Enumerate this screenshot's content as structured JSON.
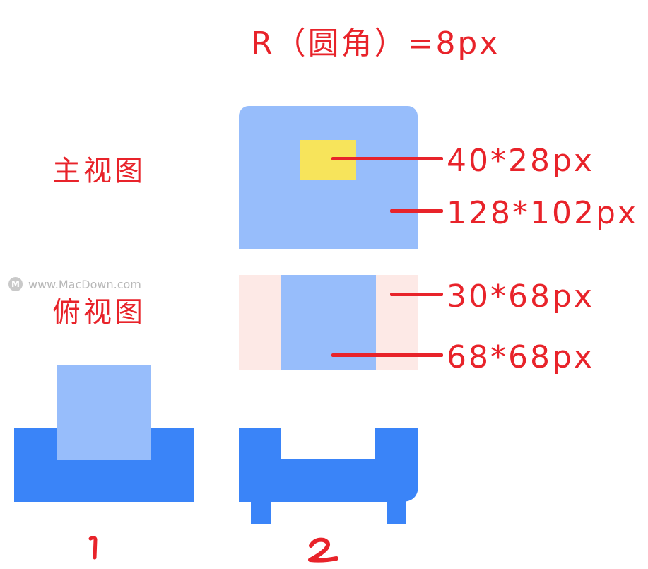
{
  "title": "R（圆角）=8px",
  "views": {
    "front_label": "主视图",
    "top_label": "俯视图"
  },
  "dimensions": {
    "inner_rect": "40*28px",
    "outer_rect": "128*102px",
    "side_strip": "30*68px",
    "center_square": "68*68px"
  },
  "watermark": {
    "logo_letter": "M",
    "text": "www.MacDown.com"
  },
  "variants": {
    "one": "1",
    "two": "2"
  },
  "colors": {
    "annotation_red": "#e8232a",
    "light_blue": "#97bdfb",
    "dark_blue": "#3a84f8",
    "pink": "#fde9e6",
    "yellow": "#f7e45b"
  }
}
